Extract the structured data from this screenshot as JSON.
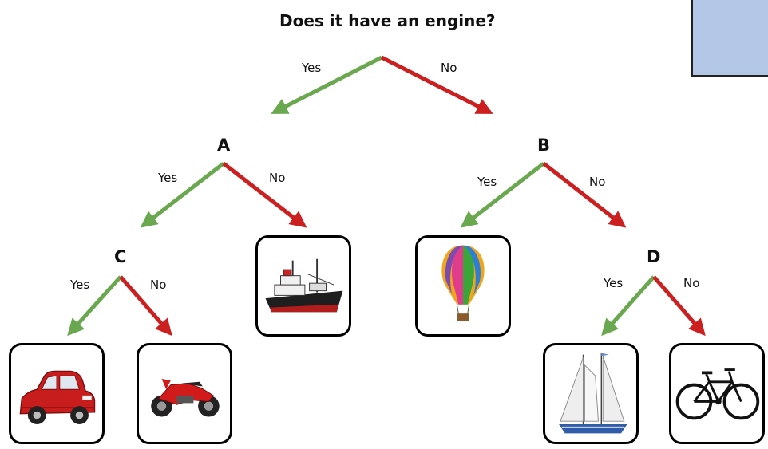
{
  "question": "Does it have an engine?",
  "nodes": {
    "a": "A",
    "b": "B",
    "c": "C",
    "d": "D"
  },
  "branch": {
    "yes": "Yes",
    "no": "No"
  },
  "colors": {
    "yes": "#6aa84f",
    "no": "#cc1f1f",
    "box": "#b4c7e7"
  },
  "leaves": [
    {
      "icon": "car-icon"
    },
    {
      "icon": "motorcycle-icon"
    },
    {
      "icon": "ship-icon"
    },
    {
      "icon": "hot-air-balloon-icon"
    },
    {
      "icon": "sailboat-icon"
    },
    {
      "icon": "bicycle-icon"
    }
  ]
}
